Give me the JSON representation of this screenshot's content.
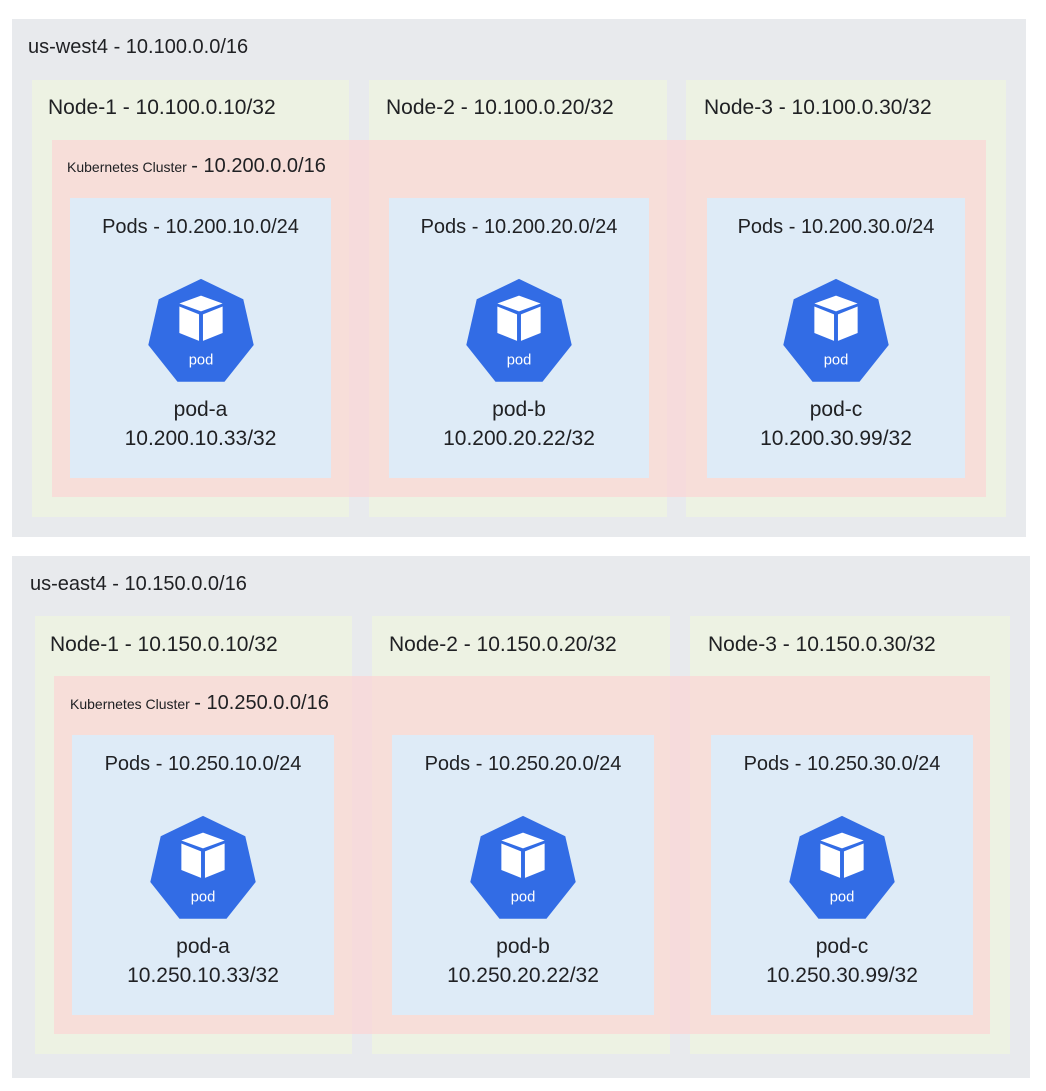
{
  "colors": {
    "region_bg": "#e8eaed",
    "node_bg": "#edf2e3",
    "cluster_bg": "#fbd6d6",
    "pods_bg": "#deebf7",
    "pod_icon": "#326ce5"
  },
  "regions": [
    {
      "label": "us-west4 - 10.100.0.0/16",
      "nodes": [
        {
          "label": "Node-1 - 10.100.0.10/32"
        },
        {
          "label": "Node-2 - 10.100.0.20/32"
        },
        {
          "label": "Node-3 - 10.100.0.30/32"
        }
      ],
      "cluster": {
        "title": "Kubernetes Cluster",
        "cidr": "- 10.200.0.0/16"
      },
      "pod_groups": [
        {
          "label": "Pods - 10.200.10.0/24",
          "icon_text": "pod",
          "name": "pod-a",
          "ip": "10.200.10.33/32"
        },
        {
          "label": "Pods - 10.200.20.0/24",
          "icon_text": "pod",
          "name": "pod-b",
          "ip": "10.200.20.22/32"
        },
        {
          "label": "Pods - 10.200.30.0/24",
          "icon_text": "pod",
          "name": "pod-c",
          "ip": "10.200.30.99/32"
        }
      ]
    },
    {
      "label": "us-east4 - 10.150.0.0/16",
      "nodes": [
        {
          "label": "Node-1 - 10.150.0.10/32"
        },
        {
          "label": "Node-2 - 10.150.0.20/32"
        },
        {
          "label": "Node-3 - 10.150.0.30/32"
        }
      ],
      "cluster": {
        "title": "Kubernetes Cluster",
        "cidr": "- 10.250.0.0/16"
      },
      "pod_groups": [
        {
          "label": "Pods - 10.250.10.0/24",
          "icon_text": "pod",
          "name": "pod-a",
          "ip": "10.250.10.33/32"
        },
        {
          "label": "Pods - 10.250.20.0/24",
          "icon_text": "pod",
          "name": "pod-b",
          "ip": "10.250.20.22/32"
        },
        {
          "label": "Pods - 10.250.30.0/24",
          "icon_text": "pod",
          "name": "pod-c",
          "ip": "10.250.30.99/32"
        }
      ]
    }
  ]
}
